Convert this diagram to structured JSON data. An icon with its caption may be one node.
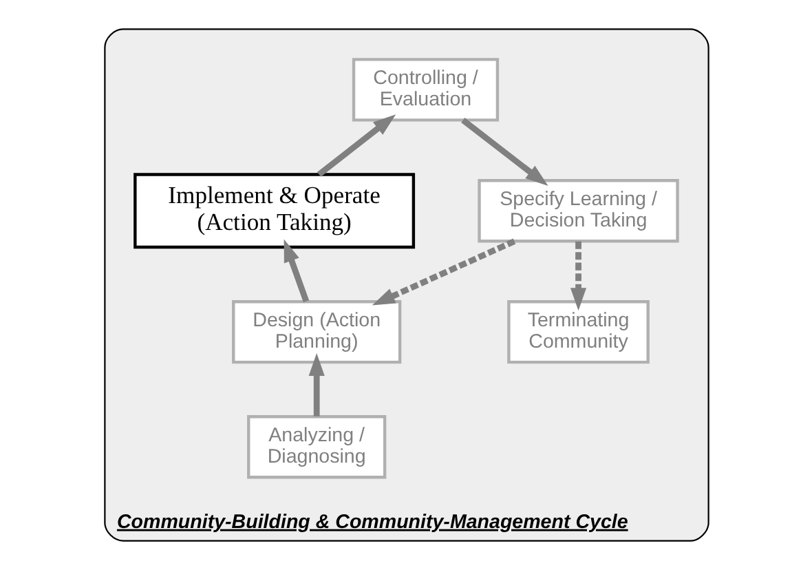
{
  "diagram": {
    "nodes": [
      {
        "text": [
          "Community-Building & Community-Management Cycle"
        ]
      },
      {
        "text": [
          "Controlling / Evaluation"
        ],
        "in": 0
      },
      {
        "text": [
          "Implement & Operate (Action Taking)"
        ],
        "in": 0
      },
      {
        "text": [
          "Specify Learning / Decision Taking"
        ],
        "in": 0
      },
      {
        "text": [
          "Design (Action Planning)"
        ],
        "in": 0
      },
      {
        "text": [
          "Terminating Community"
        ],
        "in": 0
      },
      {
        "text": [
          "Analyzing / Diagnosing"
        ],
        "in": 0
      }
    ],
    "edges": [
      {
        "from": 2,
        "to": 1,
        "arrow": "to"
      },
      {
        "from": 1,
        "to": 3,
        "arrow": "to"
      },
      {
        "from": 3,
        "to": 4,
        "arrow": "to",
        "style": "dashed"
      },
      {
        "from": 3,
        "to": 5,
        "arrow": "to",
        "style": "dashed"
      },
      {
        "from": 4,
        "to": 2,
        "arrow": "to"
      },
      {
        "from": 6,
        "to": 4,
        "arrow": "to"
      }
    ]
  }
}
